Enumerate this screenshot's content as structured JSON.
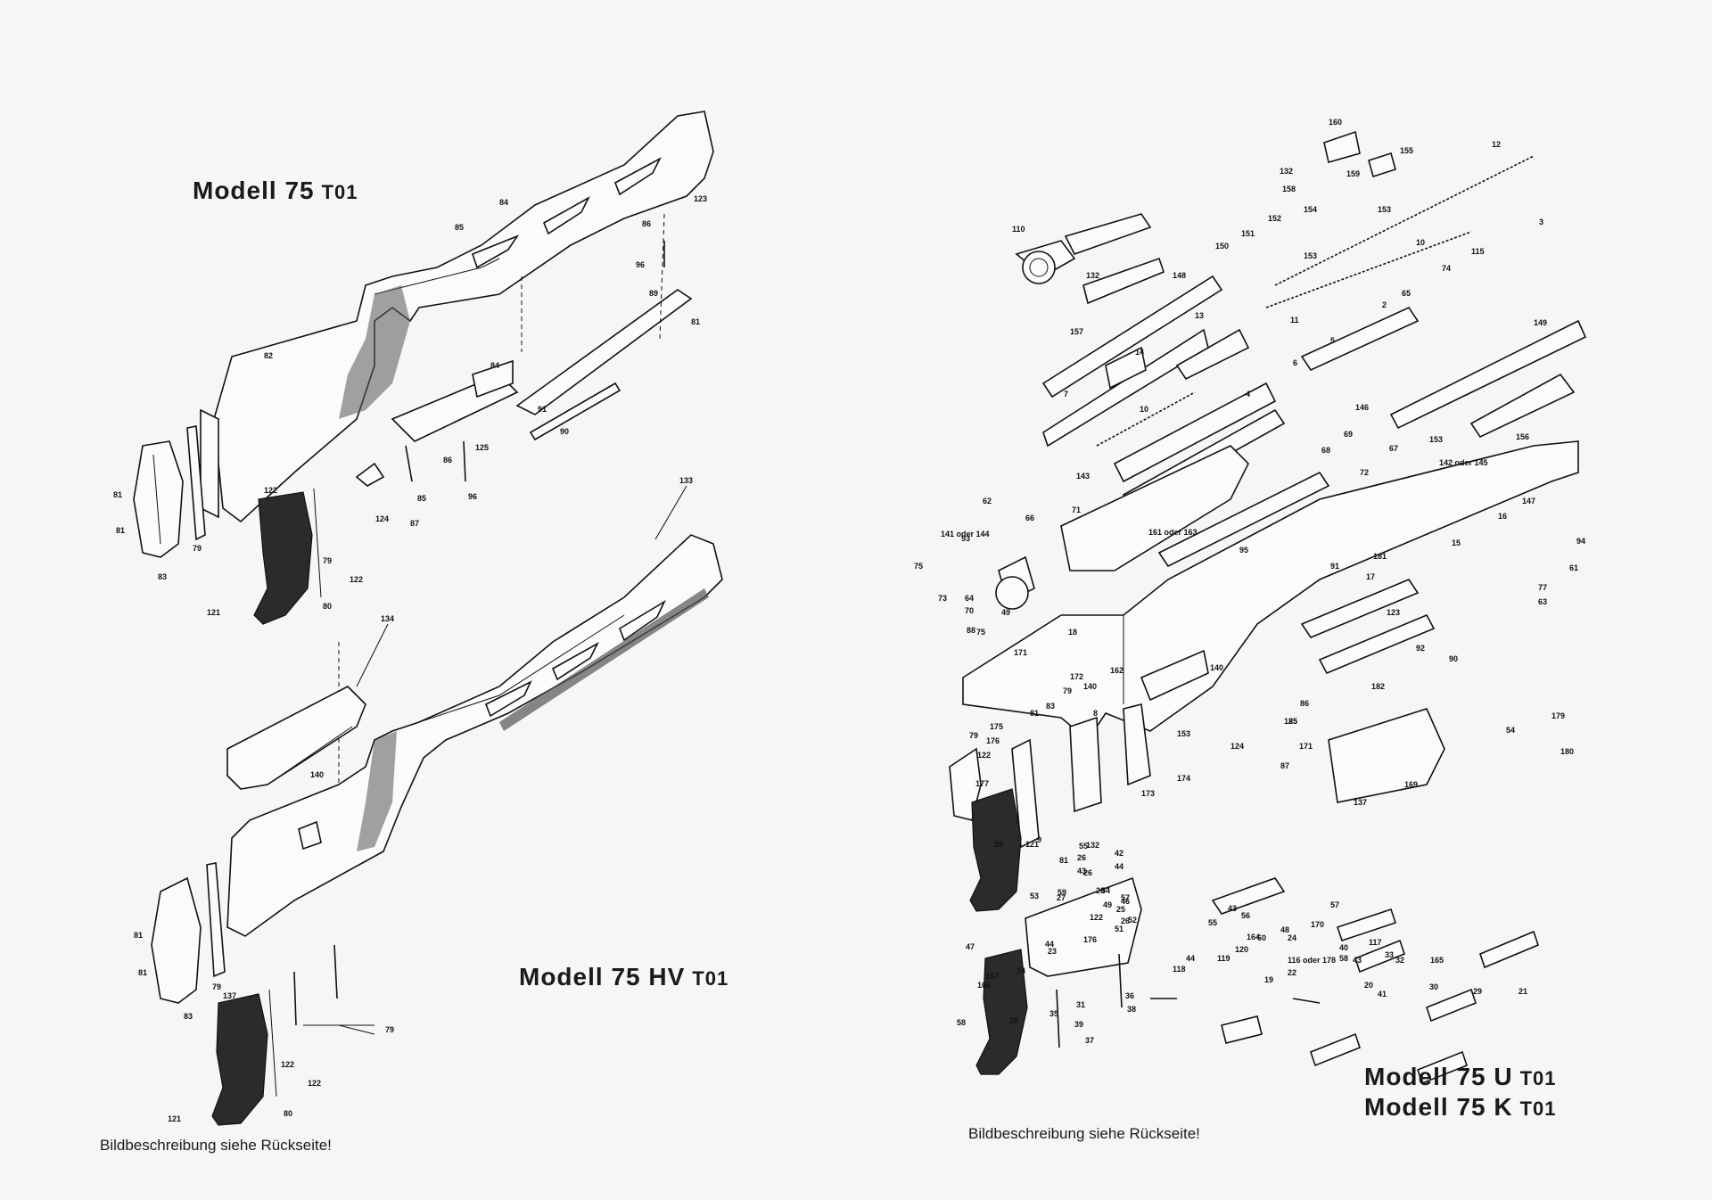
{
  "left_panel": {
    "title_top": {
      "main": "Modell 75",
      "suffix": "T01"
    },
    "title_bottom": {
      "main": "Modell 75 HV",
      "suffix": "T01"
    },
    "footnote": "Bildbeschreibung siehe Rückseite!",
    "part_numbers_top": [
      "82",
      "85",
      "84",
      "123",
      "86",
      "96",
      "89",
      "81",
      "84",
      "91",
      "90",
      "125",
      "86",
      "96",
      "124",
      "85",
      "87",
      "81",
      "81",
      "83",
      "79",
      "122",
      "79",
      "122",
      "121",
      "80"
    ],
    "part_numbers_bottom": [
      "133",
      "134",
      "140",
      "81",
      "81",
      "83",
      "79",
      "122",
      "79",
      "137",
      "122",
      "121",
      "80"
    ]
  },
  "right_panel": {
    "title_1": {
      "main": "Modell 75 U",
      "suffix": "T01"
    },
    "title_2": {
      "main": "Modell 75 K",
      "suffix": "T01"
    },
    "footnote": "Bildbeschreibung siehe Rückseite!",
    "part_numbers_upper": [
      "160",
      "155",
      "132",
      "159",
      "158",
      "153",
      "12",
      "154",
      "110",
      "152",
      "151",
      "153",
      "150",
      "3",
      "132",
      "148",
      "10",
      "74",
      "115",
      "157",
      "13",
      "11",
      "2",
      "65",
      "149",
      "14",
      "5",
      "6",
      "7",
      "10",
      "4",
      "146",
      "156",
      "153",
      "69",
      "67",
      "68",
      "143",
      "72",
      "62",
      "71",
      "142 oder 145",
      "66",
      "161 oder 163",
      "147",
      "141 oder 144",
      "93",
      "16",
      "15",
      "94",
      "95",
      "181",
      "61",
      "75",
      "91",
      "17",
      "73",
      "64",
      "77",
      "63",
      "123",
      "88",
      "49",
      "75",
      "70",
      "18",
      "171"
    ],
    "part_numbers_middle": [
      "162",
      "140",
      "92",
      "90",
      "172",
      "79",
      "140",
      "182",
      "81",
      "83",
      "79",
      "175",
      "176",
      "8",
      "86",
      "85",
      "179",
      "54",
      "180",
      "125",
      "124",
      "171",
      "122",
      "153",
      "87",
      "174",
      "177",
      "169",
      "173",
      "137",
      "121",
      "132",
      "25",
      "26",
      "9",
      "42",
      "81",
      "55",
      "26",
      "44",
      "43",
      "59",
      "54",
      "26",
      "57",
      "53",
      "27",
      "49",
      "25",
      "26",
      "122",
      "176",
      "44",
      "46",
      "52",
      "56",
      "55",
      "43",
      "164",
      "48",
      "170",
      "24",
      "116 oder 178",
      "22",
      "117",
      "120",
      "60",
      "57",
      "51",
      "47",
      "23",
      "118",
      "119",
      "44",
      "58",
      "43",
      "40",
      "33",
      "32",
      "165",
      "19",
      "20",
      "41",
      "30",
      "29",
      "21",
      "166",
      "167",
      "34",
      "58",
      "28",
      "35",
      "31",
      "36",
      "39",
      "37",
      "38"
    ]
  }
}
